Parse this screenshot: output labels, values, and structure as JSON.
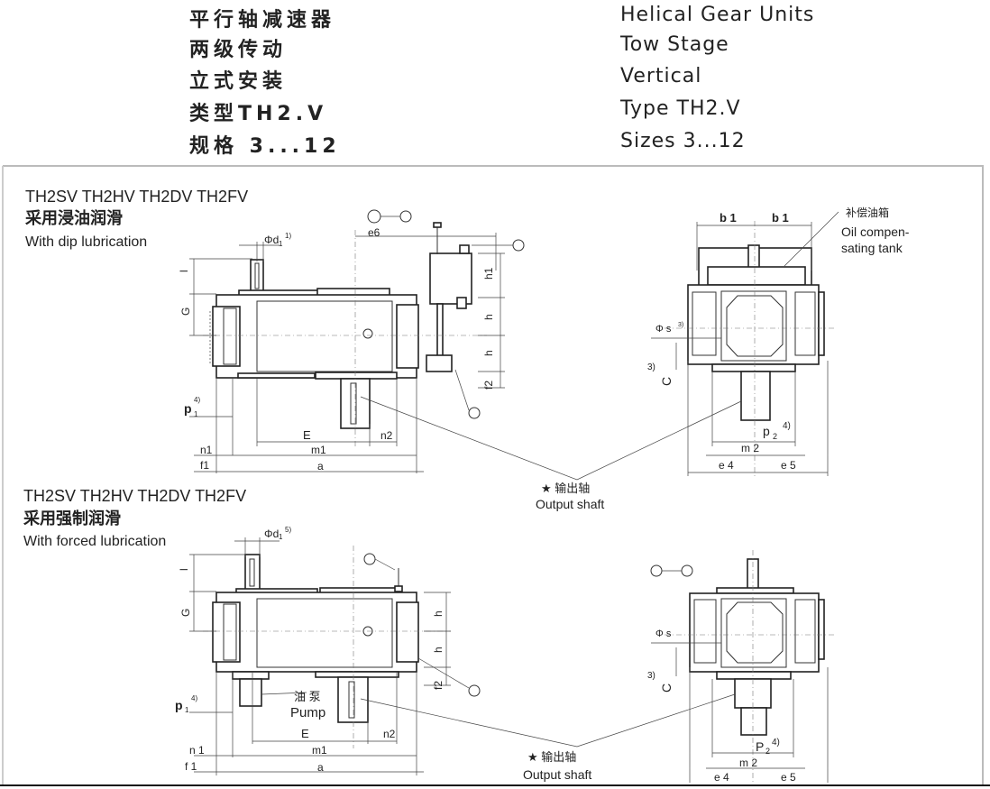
{
  "header": {
    "cn": [
      "平行轴减速器",
      "两级传动",
      "立式安装",
      "类型TH2.V",
      "规格 3...12"
    ],
    "en": [
      "Helical Gear Units",
      "Tow Stage",
      "Vertical",
      "Type TH2.V",
      "Sizes 3...12"
    ]
  },
  "section_dip": {
    "models": "TH2SV  TH2HV  TH2DV  TH2FV",
    "title_cn": "采用浸油润滑",
    "title_en": "With dip lubrication",
    "dims": {
      "d1": "Φd",
      "d1_sub": "1",
      "d1_note": "1)",
      "e6": "e6",
      "l1": "l",
      "G1": "G",
      "h1": "h1",
      "h": "h",
      "f2": "f2",
      "p1": "p",
      "p1_sub": "1",
      "p1_note": "4)",
      "E": "E",
      "n2": "n2",
      "n1": "n1",
      "m1": "m1",
      "f1": "f1",
      "a": "a"
    },
    "side": {
      "b1": "b 1",
      "s": "Φ s",
      "s_note": "3)",
      "c_note": "3)",
      "C": "C",
      "p2": "p",
      "p2_sub": "2",
      "p2_note": "4)",
      "m2": "m 2",
      "e4": "e 4",
      "e5": "e 5"
    },
    "tank_cn": "补偿油箱",
    "tank_en1": "Oil compen-",
    "tank_en2": "sating tank",
    "output_cn": "★ 输出轴",
    "output_en": "Output shaft"
  },
  "section_forced": {
    "models": "TH2SV  TH2HV  TH2DV  TH2FV",
    "title_cn": "采用强制润滑",
    "title_en": "With forced lubrication",
    "dims": {
      "d1": "Φd",
      "d1_sub": "1",
      "d1_note": "5)",
      "l1": "l",
      "G1": "G",
      "h": "h",
      "f2": "f2",
      "p1": "p",
      "p1_sub": "1",
      "p1_note": "4)",
      "E": "E",
      "n2": "n2",
      "n1": "n 1",
      "m1": "m1",
      "f1": "f 1",
      "a": "a"
    },
    "side": {
      "s": "Φ s",
      "c_note": "3)",
      "C": "C",
      "p2": "P",
      "p2_sub": "2",
      "p2_note": "4)",
      "m2": "m 2",
      "e4": "e 4",
      "e5": "e 5"
    },
    "pump_cn": "油 泵",
    "pump_en": "Pump",
    "output_cn": "★ 输出轴",
    "output_en": "Output shaft"
  }
}
